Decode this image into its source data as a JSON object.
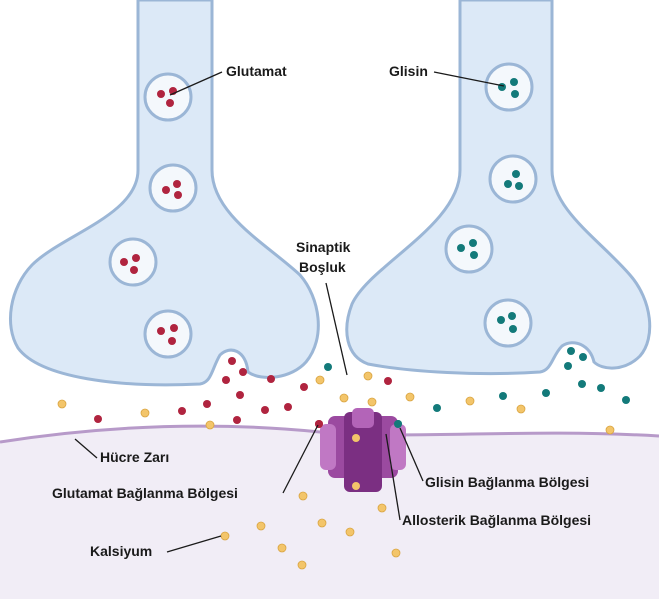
{
  "labels": {
    "glutamate": "Glutamat",
    "glycine": "Glisin",
    "synaptic_cleft_line1": "Sinaptik",
    "synaptic_cleft_line2": "Boşluk",
    "cell_membrane": "Hücre Zarı",
    "glutamate_binding_site": "Glutamat Bağlanma Bölgesi",
    "glycine_binding_site": "Glisin Bağlanma Bölgesi",
    "allosteric_binding_site": "Allosterik Bağlanma Bölgesi",
    "calcium": "Kalsiyum"
  },
  "colors": {
    "neuron_fill": "#dce9f7",
    "neuron_stroke": "#9bb6d6",
    "glutamate": "#b0243f",
    "glycine": "#137a7a",
    "calcium": "#f3c56a",
    "receptor": "#a24fa6",
    "membrane": "#b79ac9",
    "postsynaptic_fill": "#f1edf6"
  }
}
